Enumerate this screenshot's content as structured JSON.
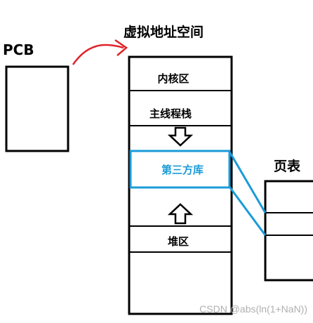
{
  "labels": {
    "pcb": "PCB",
    "virtual_space": "虚拟地址空间",
    "page_table": "页表"
  },
  "segments": {
    "kernel": "内核区",
    "main_stack": "主线程栈",
    "third_party_lib": "第三方库",
    "heap": "堆区"
  },
  "watermark": "CSDN @abs(ln(1+NaN))",
  "colors": {
    "highlight": "#1a9bd8",
    "arrow_curve": "#e0242b",
    "stroke": "#000000"
  }
}
